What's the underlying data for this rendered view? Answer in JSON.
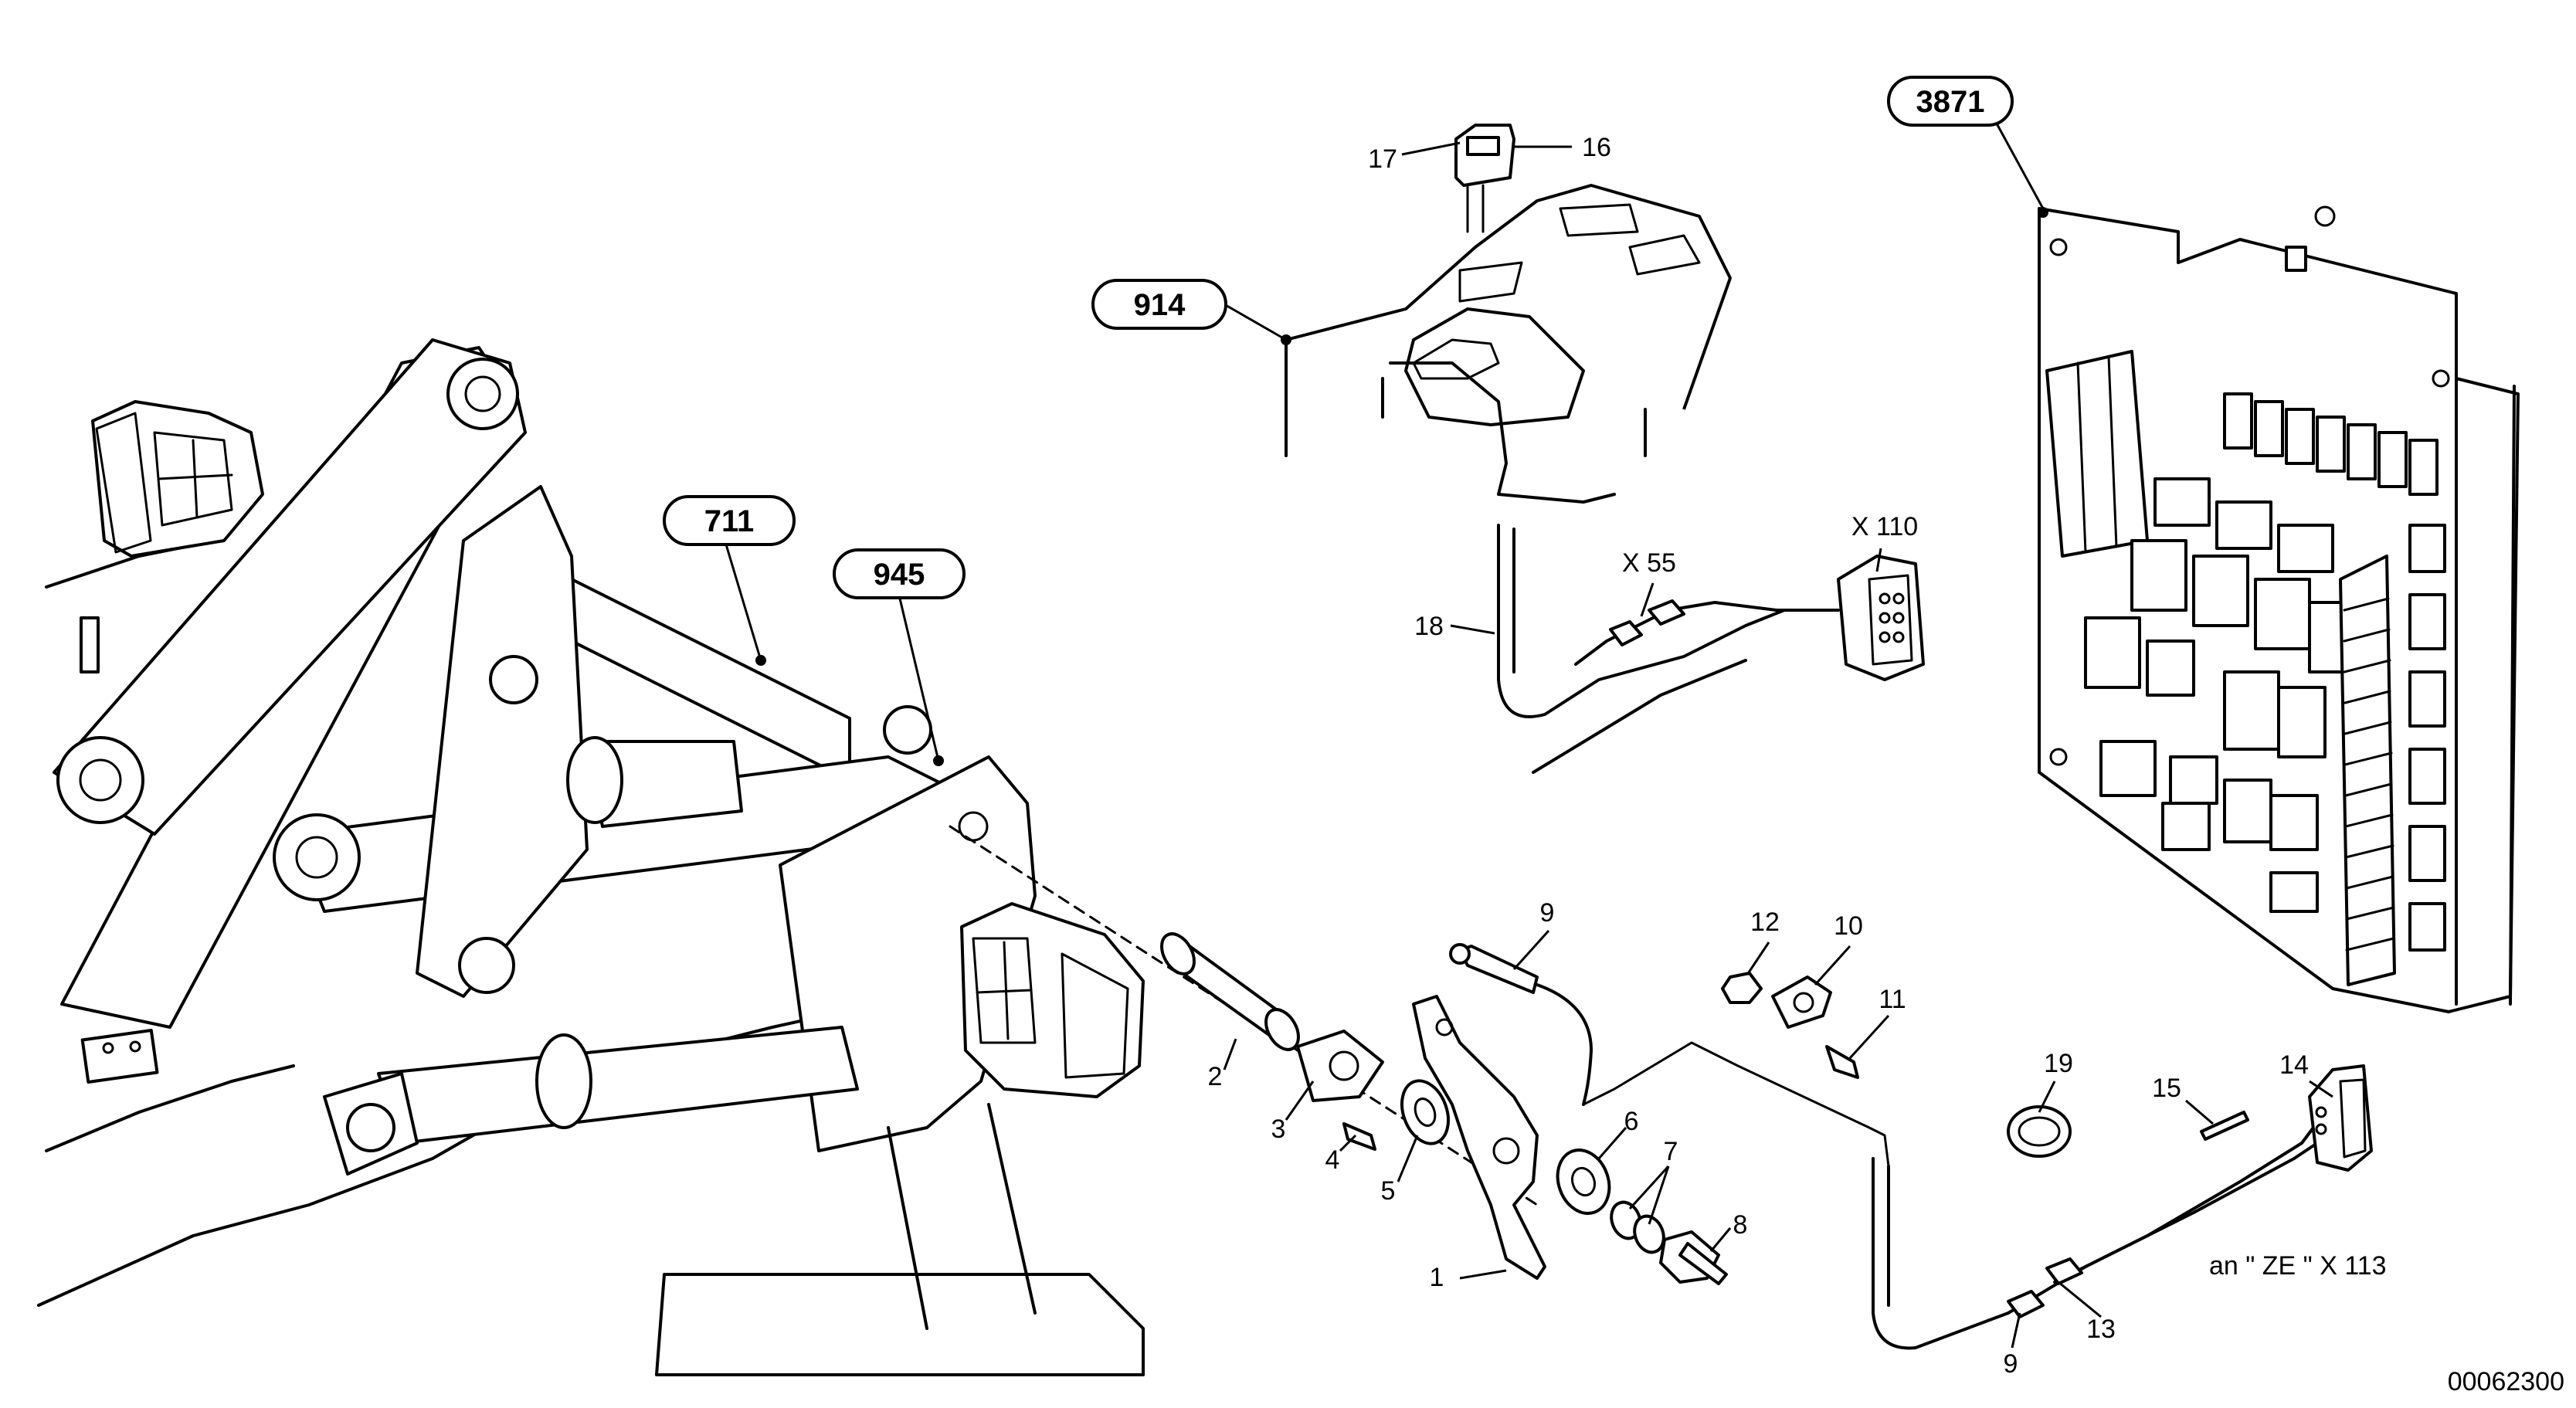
{
  "diagram": {
    "reference_groups": [
      {
        "id": "ref-3871",
        "label": "3871"
      },
      {
        "id": "ref-914",
        "label": "914"
      },
      {
        "id": "ref-711",
        "label": "711"
      },
      {
        "id": "ref-945",
        "label": "945"
      }
    ],
    "part_callouts": {
      "p1": "1",
      "p2": "2",
      "p3": "3",
      "p4": "4",
      "p5": "5",
      "p6": "6",
      "p7": "7",
      "p8": "8",
      "p9a": "9",
      "p9b": "9",
      "p10": "10",
      "p11": "11",
      "p12": "12",
      "p13": "13",
      "p14": "14",
      "p15": "15",
      "p16": "16",
      "p17": "17",
      "p18": "18",
      "p19": "19"
    },
    "connector_labels": {
      "x55": "X 55",
      "x110": "X 110"
    },
    "note": "an \" ZE \" X 113",
    "drawing_number": "00062300"
  }
}
